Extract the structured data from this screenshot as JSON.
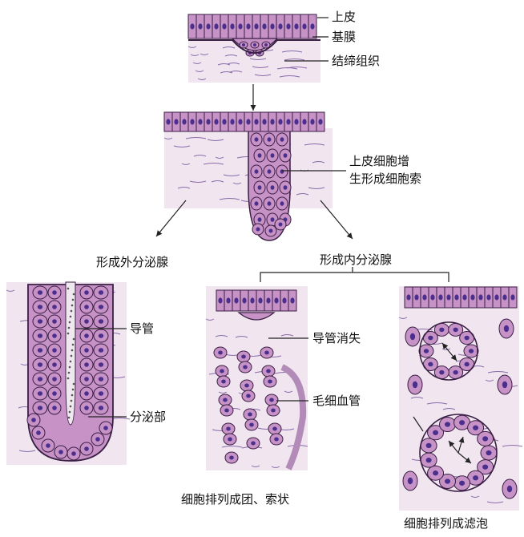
{
  "labels": {
    "epithelium": "上皮",
    "basement_membrane": "基膜",
    "connective_tissue": "结缔组织",
    "cell_cord_line1": "上皮细胞增",
    "cell_cord_line2": "生形成细胞索",
    "form_exocrine": "形成外分泌腺",
    "form_endocrine": "形成内分泌腺",
    "duct": "导管",
    "secretory_part": "分泌部",
    "duct_disappears": "导管消失",
    "capillary": "毛细血管",
    "cells_cords": "细胞排列成团、索状",
    "cells_follicle": "细胞排列成滤泡"
  },
  "colors": {
    "cell_fill": "#c792c6",
    "cell_stroke": "#3a1f45",
    "nucleus": "#4b2f8c",
    "tissue_bg": "#f1e6f0",
    "fiber": "#8a6aa8",
    "lumen": "#efe8ef"
  }
}
